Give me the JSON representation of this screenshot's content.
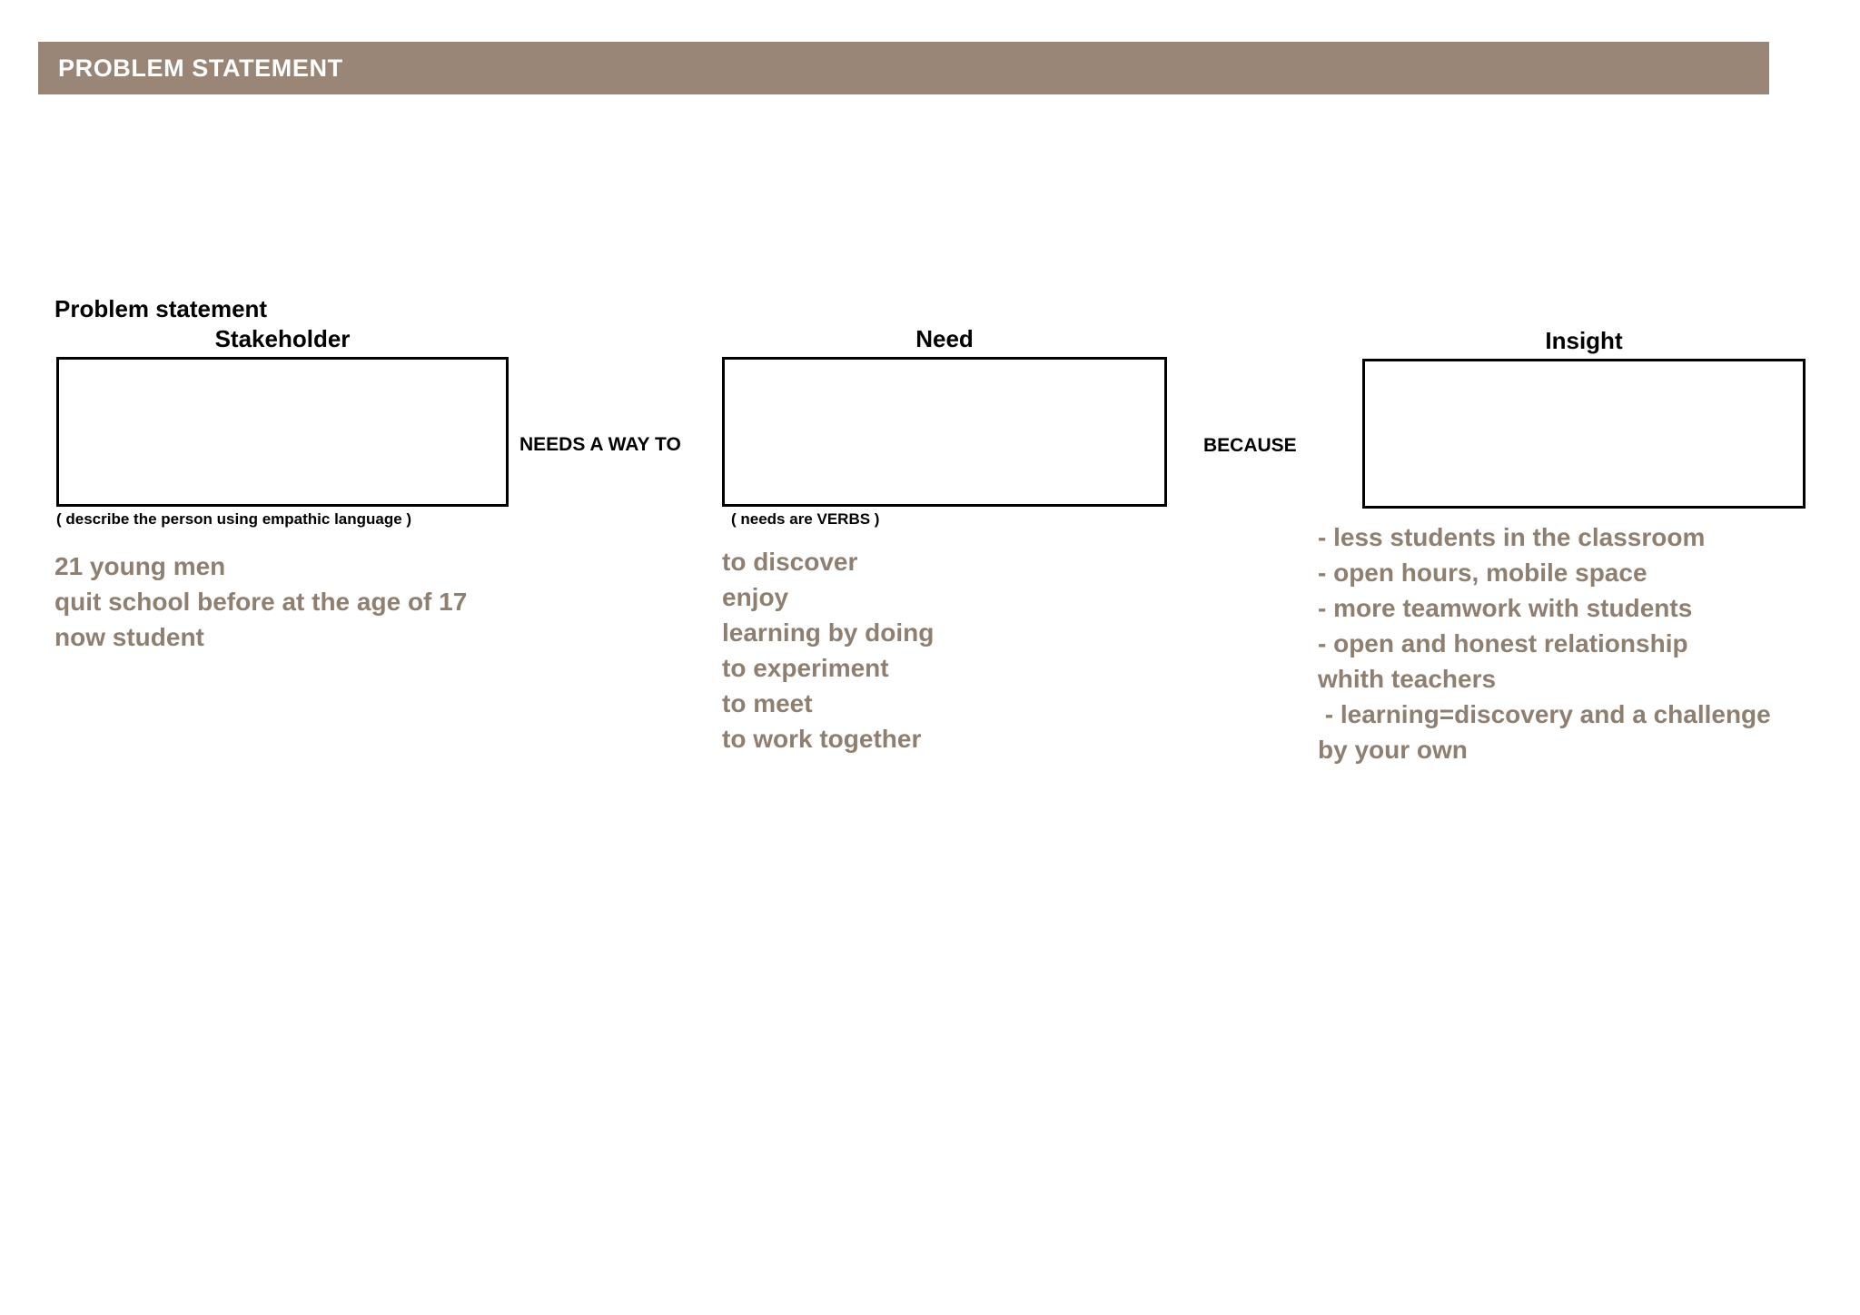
{
  "header": {
    "title": "PROBLEM STATEMENT",
    "bar_color": "#998677",
    "text_color": "#ffffff"
  },
  "section": {
    "title": "Problem statement",
    "accent_text_color": "#8f7f70"
  },
  "columns": [
    {
      "heading": "Stakeholder",
      "caption": "( describe the person using empathic language )",
      "box_value": "",
      "answers": [
        "21 young men",
        "quit school before at the age of 17",
        "now student"
      ]
    },
    {
      "heading": "Need",
      "caption": "( needs are VERBS )",
      "box_value": "",
      "answers": [
        "to discover",
        "enjoy",
        "learning by doing",
        "to experiment",
        "to meet",
        "to work together"
      ]
    },
    {
      "heading": "Insight",
      "caption": "",
      "box_value": "",
      "answers": [
        "- less students in the classroom",
        "- open hours, mobile space",
        "- more teamwork with students",
        "- open and honest relationship",
        "whith teachers",
        " - learning=discovery and a challenge",
        "by your own"
      ]
    }
  ],
  "connectors": {
    "first": "NEEDS A WAY TO",
    "second": "BECAUSE"
  }
}
